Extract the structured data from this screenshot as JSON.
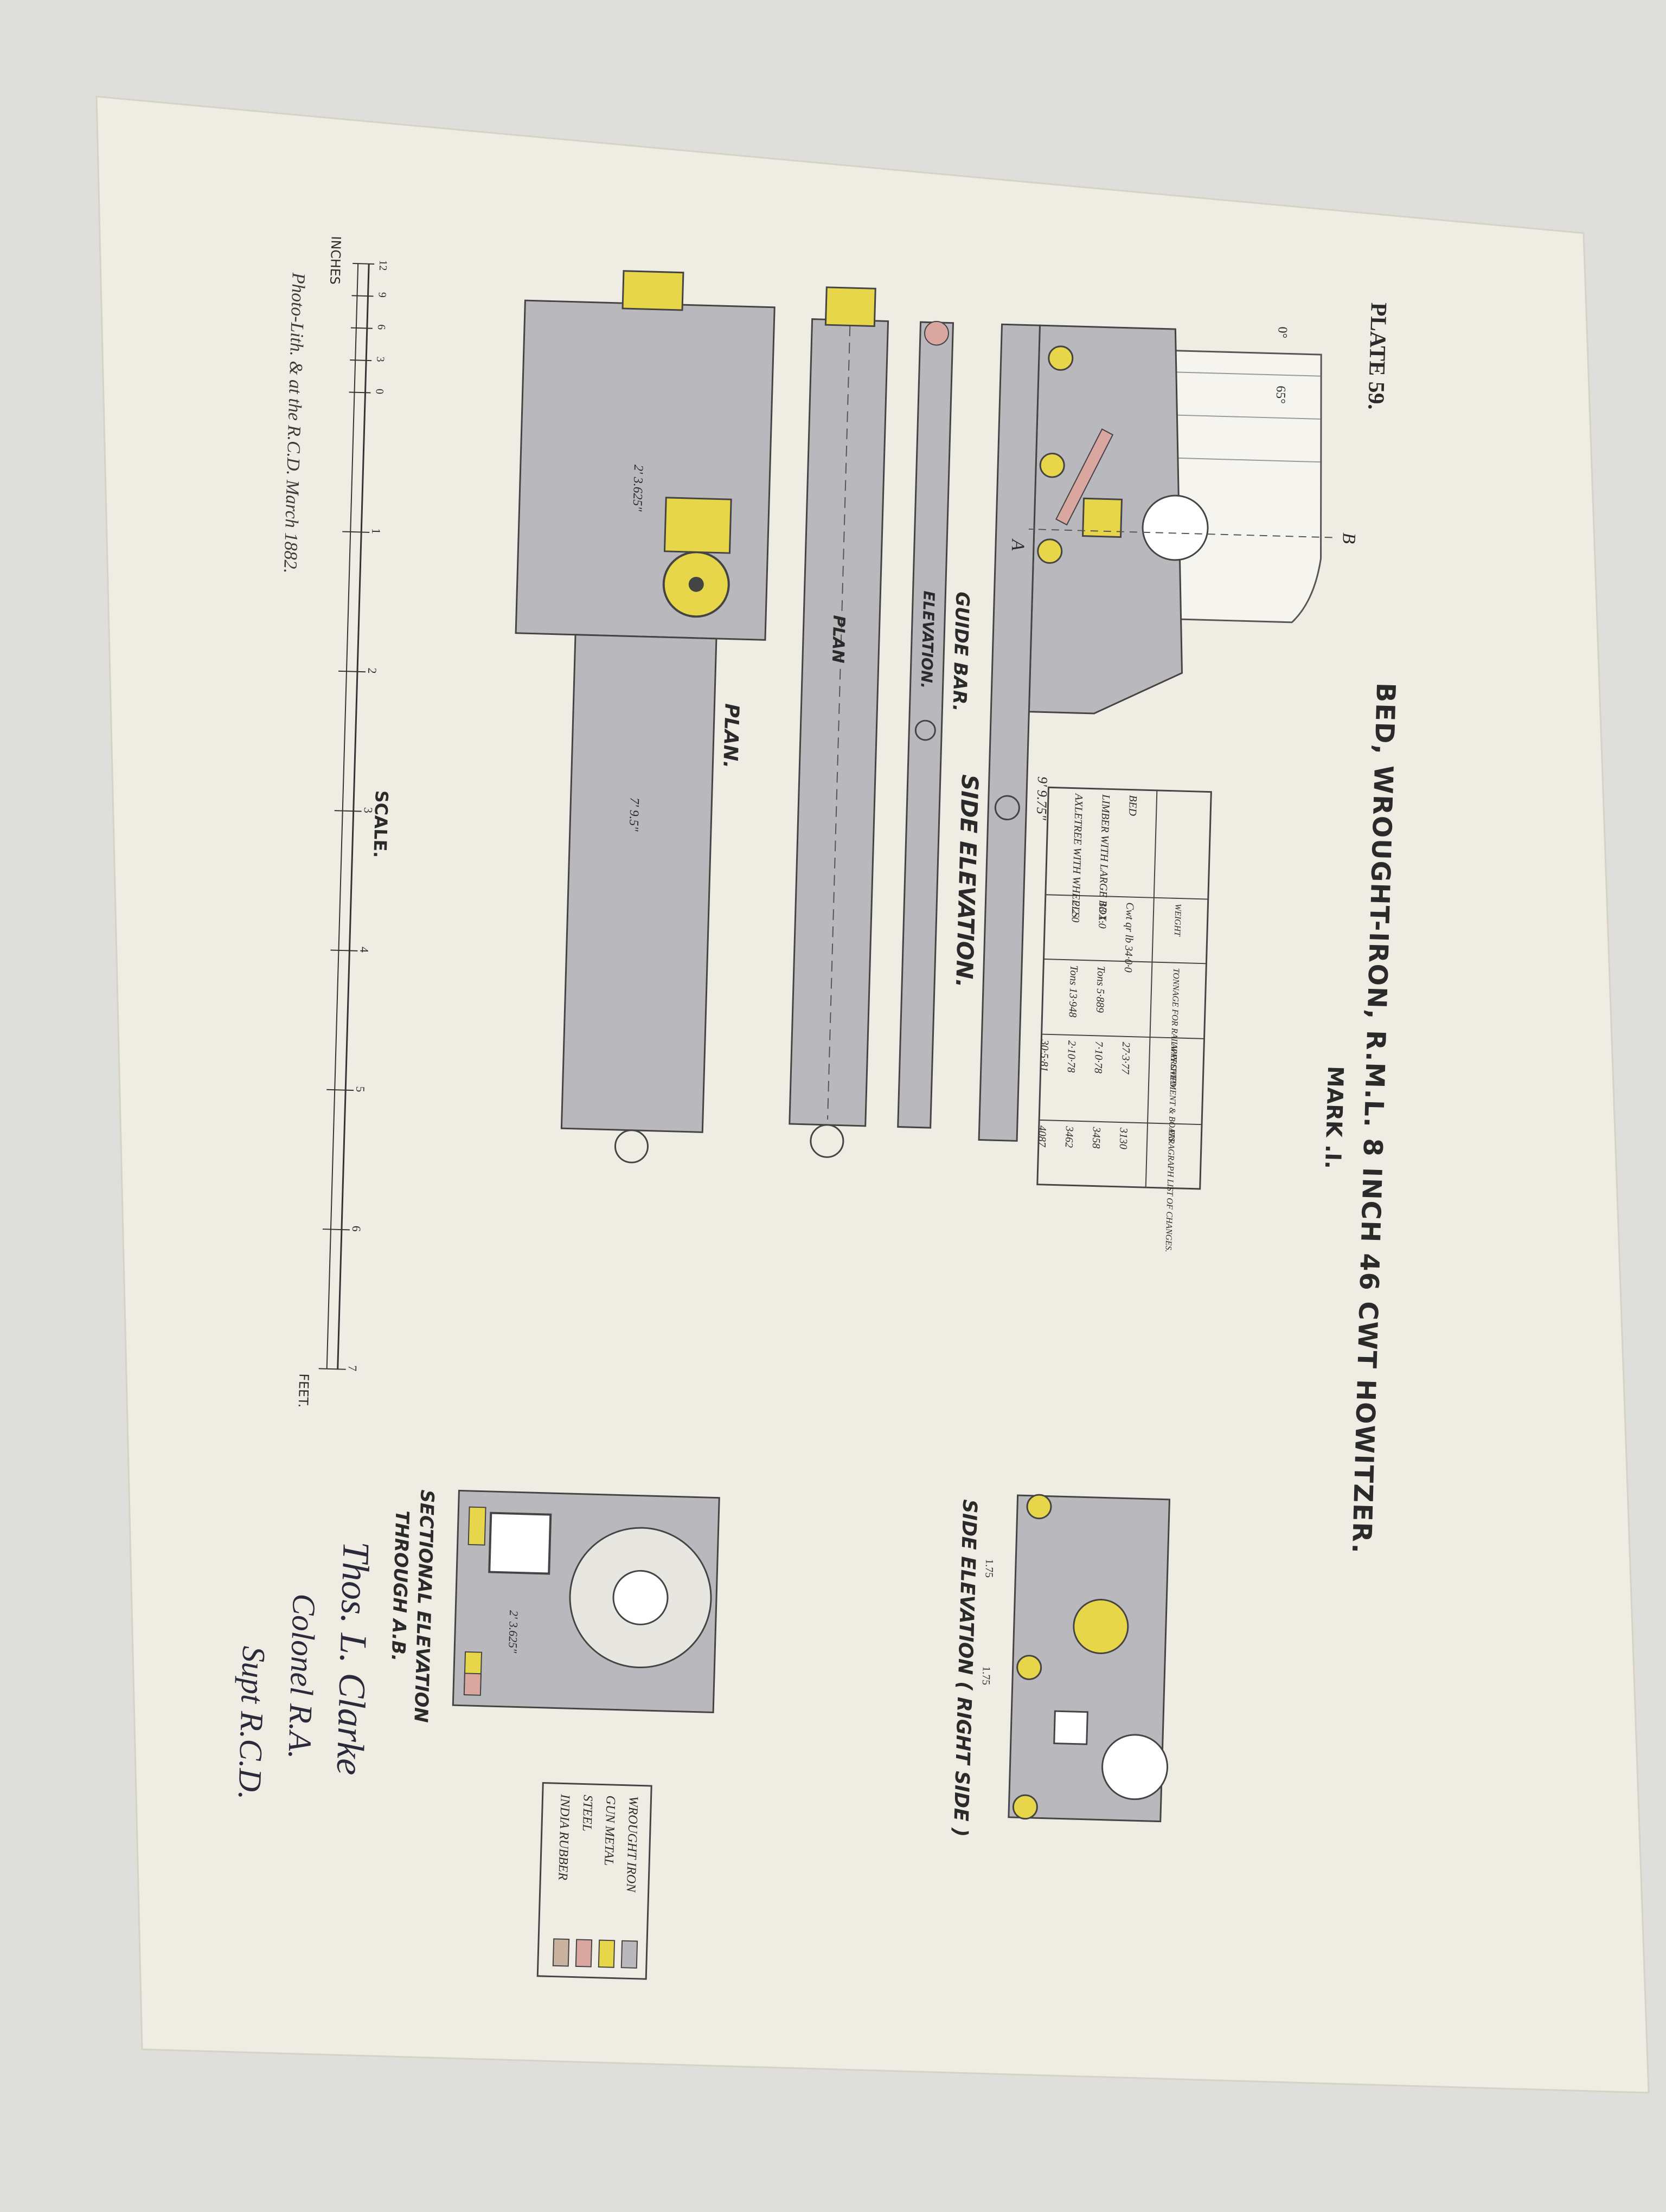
{
  "plate": "PLATE 59.",
  "title": "BED, WROUGHT-IRON, R.M.L. 8 INCH 46 CWT HOWITZER.",
  "mark": "MARK .I.",
  "views": {
    "side_elevation": "SIDE ELEVATION.",
    "side_elevation_right": "SIDE ELEVATION ( RIGHT SIDE )",
    "guide_bar": "GUIDE BAR.",
    "elevation": "ELEVATION.",
    "plan_small": "PLAN",
    "plan": "PLAN.",
    "sectional_line1": "SECTIONAL ELEVATION",
    "sectional_line2": "THROUGH A.B."
  },
  "dimensions": {
    "bed_length": "9' 9.75\"",
    "plan_length": "7' 9.5\"",
    "plan_width": "2' 3.625\"",
    "section_width": "2' 3.625\"",
    "section_a": "A",
    "section_b": "B",
    "angle_0": "0°",
    "angle_65": "65°",
    "pitch_1": "1.75",
    "pitch_2": "1.75"
  },
  "table": {
    "headers": [
      "",
      "WEIGHT",
      "TONNAGE FOR RAILWAY SHIPMENT & BOATS",
      "APPROVED.",
      "PARAGRAPH LIST OF CHANGES."
    ],
    "rows": [
      [
        "BED",
        "Cwt qr lb\n34·0·0",
        "",
        "27·3·77",
        "3130"
      ],
      [
        "LIMBER WITH LARGE BOX.",
        "13·1·0",
        "Tons 5·889",
        "7·10·78",
        "3458"
      ],
      [
        "AXLETREE WITH WHEELS",
        "2·2·0",
        "Tons 13·948",
        "2·10·78",
        "3462"
      ],
      [
        "",
        "",
        "",
        "30·5·81",
        "4087"
      ]
    ]
  },
  "legend": [
    {
      "label": "WROUGHT IRON",
      "color": "#b9b9bd"
    },
    {
      "label": "GUN METAL",
      "color": "#e8d64a"
    },
    {
      "label": "STEEL",
      "color": "#d9a7a0"
    },
    {
      "label": "INDIA RUBBER",
      "color": "#c9b3a0"
    }
  ],
  "scale": {
    "title": "SCALE.",
    "inches_label": "INCHES",
    "feet_label": "FEET.",
    "inch_ticks": [
      "12",
      "9",
      "6",
      "3",
      "0"
    ],
    "feet_ticks": [
      "1",
      "2",
      "3",
      "4",
      "5",
      "6",
      "7"
    ]
  },
  "imprint": "Photo-Lith. & at the R.C.D. March 1882.",
  "signature": [
    "Thos. L. Clarke",
    "Colonel R.A.",
    "Supt R.C.D."
  ],
  "colors": {
    "paper": "#efece4",
    "iron": "#b9b9bd",
    "gun_metal": "#e8d64a",
    "steel": "#d9a7a0",
    "ink": "#2a2a2a"
  }
}
